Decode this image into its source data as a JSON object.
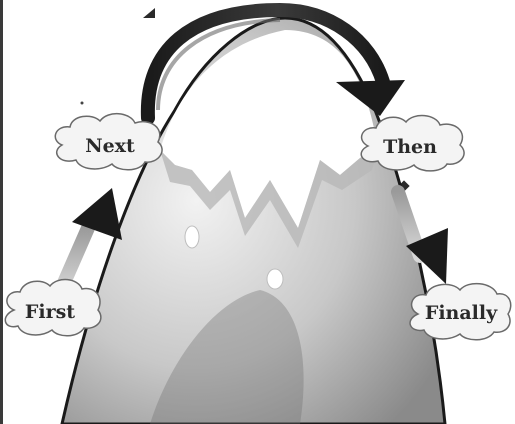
{
  "diagram": {
    "steps": [
      {
        "id": "first",
        "label": "First"
      },
      {
        "id": "next",
        "label": "Next"
      },
      {
        "id": "then",
        "label": "Then"
      },
      {
        "id": "finally",
        "label": "Finally"
      }
    ]
  }
}
